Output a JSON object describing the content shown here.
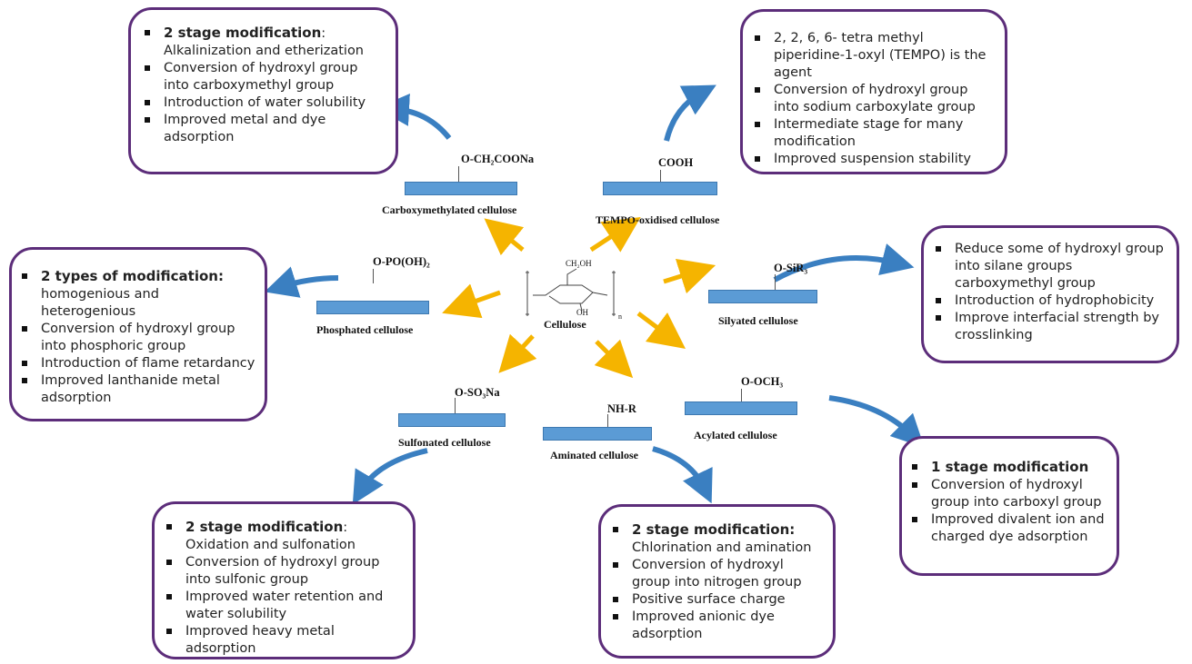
{
  "center": {
    "label": "Cellulose",
    "ch2oh": "CH₂OH",
    "oh": "OH",
    "n": "n"
  },
  "nodes": [
    {
      "key": "carboxymethylated",
      "label": "Carboxymethylated cellulose",
      "group": "O-CH₂COONa"
    },
    {
      "key": "tempo",
      "label": "TEMPO-oxidised cellulose",
      "group": "COOH"
    },
    {
      "key": "phosphated",
      "label": "Phosphated cellulose",
      "group": "O-PO(OH)₂"
    },
    {
      "key": "silyated",
      "label": "Silyated cellulose",
      "group": "O-SiR₃"
    },
    {
      "key": "sulfonated",
      "label": "Sulfonated cellulose",
      "group": "O-SO₃Na"
    },
    {
      "key": "aminated",
      "label": "Aminated cellulose",
      "group": "NH-R"
    },
    {
      "key": "acylated",
      "label": "Acylated cellulose",
      "group": "O-OCH₃"
    }
  ],
  "boxes": {
    "carboxymethyl": [
      {
        "bold": "2 stage modification",
        "text": ": Alkalinization and etherization"
      },
      {
        "bold": "",
        "text": "Conversion of hydroxyl group into carboxymethyl group"
      },
      {
        "bold": "",
        "text": "Introduction of water solubility"
      },
      {
        "bold": "",
        "text": "Improved metal and dye adsorption"
      }
    ],
    "tempo": [
      {
        "bold": "",
        "text": "2, 2, 6, 6- tetra methyl piperidine-1-oxyl (TEMPO) is the agent"
      },
      {
        "bold": "",
        "text": "Conversion of hydroxyl group into sodium carboxylate group"
      },
      {
        "bold": "",
        "text": "Intermediate stage for many modification"
      },
      {
        "bold": "",
        "text": "Improved suspension stability"
      }
    ],
    "phosphate": [
      {
        "bold": "2 types of modification:",
        "text": " homogenious and heterogenious"
      },
      {
        "bold": "",
        "text": "Conversion of hydroxyl group into phosphoric group"
      },
      {
        "bold": "",
        "text": "Introduction of flame retardancy"
      },
      {
        "bold": "",
        "text": "Improved lanthanide metal adsorption"
      }
    ],
    "silane": [
      {
        "bold": "",
        "text": "Reduce some of hydroxyl group into silane groups carboxymethyl group"
      },
      {
        "bold": "",
        "text": "Introduction of hydrophobicity"
      },
      {
        "bold": "",
        "text": "Improve interfacial strength by crosslinking"
      }
    ],
    "acyl": [
      {
        "bold": "1 stage modification",
        "text": ""
      },
      {
        "bold": "",
        "text": "Conversion of hydroxyl group into carboxyl group"
      },
      {
        "bold": "",
        "text": "Improved divalent ion and charged dye adsorption"
      }
    ],
    "sulfon": [
      {
        "bold": "2 stage modification",
        "text": ": Oxidation and sulfonation"
      },
      {
        "bold": "",
        "text": "Conversion of hydroxyl group into sulfonic group"
      },
      {
        "bold": "",
        "text": "Improved water retention and water solubility"
      },
      {
        "bold": "",
        "text": "Improved heavy metal adsorption"
      }
    ],
    "amin": [
      {
        "bold": "2 stage modification:",
        "text": " Chlorination and amination"
      },
      {
        "bold": "",
        "text": "Conversion of hydroxyl group into nitrogen group"
      },
      {
        "bold": "",
        "text": "Positive surface charge"
      },
      {
        "bold": "",
        "text": "Improved anionic dye adsorption"
      }
    ]
  }
}
